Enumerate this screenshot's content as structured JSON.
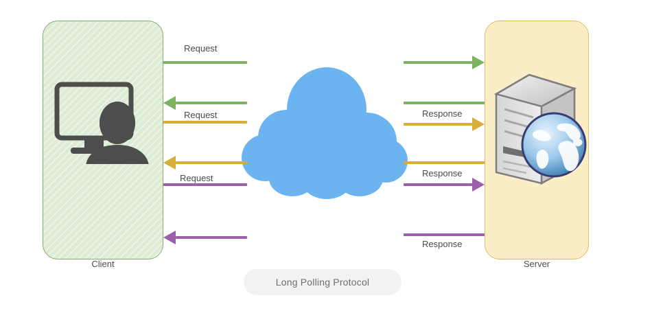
{
  "diagram": {
    "caption": "Long Polling Protocol",
    "nodes": {
      "client": {
        "label": "Client",
        "icon": "user-monitor-icon",
        "fill": "#dcecd4",
        "stroke": "#7fb069"
      },
      "server": {
        "label": "Server",
        "icon": "server-tower-globe-icon",
        "fill": "#fbeec6",
        "stroke": "#e0bb62"
      },
      "network": {
        "icon": "cloud-icon",
        "fill": "#6cb4f0"
      }
    },
    "colors": {
      "green": "#7cb360",
      "gold": "#d9ad3c",
      "purple": "#9b5fac",
      "cloud": "#6cb4f0",
      "caption_pill": "#f2f2f2",
      "text": "#4a4a4a"
    },
    "flows": [
      {
        "id": "req-1-out",
        "label": "Request",
        "color": "#7cb360",
        "direction": "right",
        "side": "client",
        "label_above": true
      },
      {
        "id": "req-1-in",
        "label": "",
        "color": "#7cb360",
        "direction": "right",
        "side": "server",
        "label_above": false
      },
      {
        "id": "resp-1-out",
        "label": "",
        "color": "#7cb360",
        "direction": "left",
        "side": "client",
        "label_above": false
      },
      {
        "id": "resp-1-in",
        "label": "",
        "color": "#7cb360",
        "direction": "left",
        "side": "server",
        "label_above": false
      },
      {
        "id": "req-2-out",
        "label": "Request",
        "color": "#d9ad3c",
        "direction": "right",
        "side": "client",
        "label_above": true
      },
      {
        "id": "req-2-in",
        "label": "Response",
        "color": "#d9ad3c",
        "direction": "right",
        "side": "server",
        "label_above": true
      },
      {
        "id": "resp-2-out",
        "label": "",
        "color": "#d9ad3c",
        "direction": "left",
        "side": "client",
        "label_above": false
      },
      {
        "id": "resp-2-in",
        "label": "",
        "color": "#d9ad3c",
        "direction": "left",
        "side": "server",
        "label_above": false
      },
      {
        "id": "req-3-out",
        "label": "Request",
        "color": "#9b5fac",
        "direction": "right",
        "side": "client",
        "label_above": true
      },
      {
        "id": "req-3-in",
        "label": "Response",
        "color": "#9b5fac",
        "direction": "right",
        "side": "server",
        "label_above": true
      },
      {
        "id": "resp-3-out",
        "label": "",
        "color": "#9b5fac",
        "direction": "left",
        "side": "client",
        "label_above": false
      },
      {
        "id": "resp-3-in",
        "label": "Response",
        "color": "#9b5fac",
        "direction": "left",
        "side": "server",
        "label_above": false
      }
    ],
    "labels": {
      "request_1": "Request",
      "request_2": "Request",
      "request_3": "Request",
      "response_1": "Response",
      "response_2": "Response",
      "response_3": "Response"
    }
  }
}
